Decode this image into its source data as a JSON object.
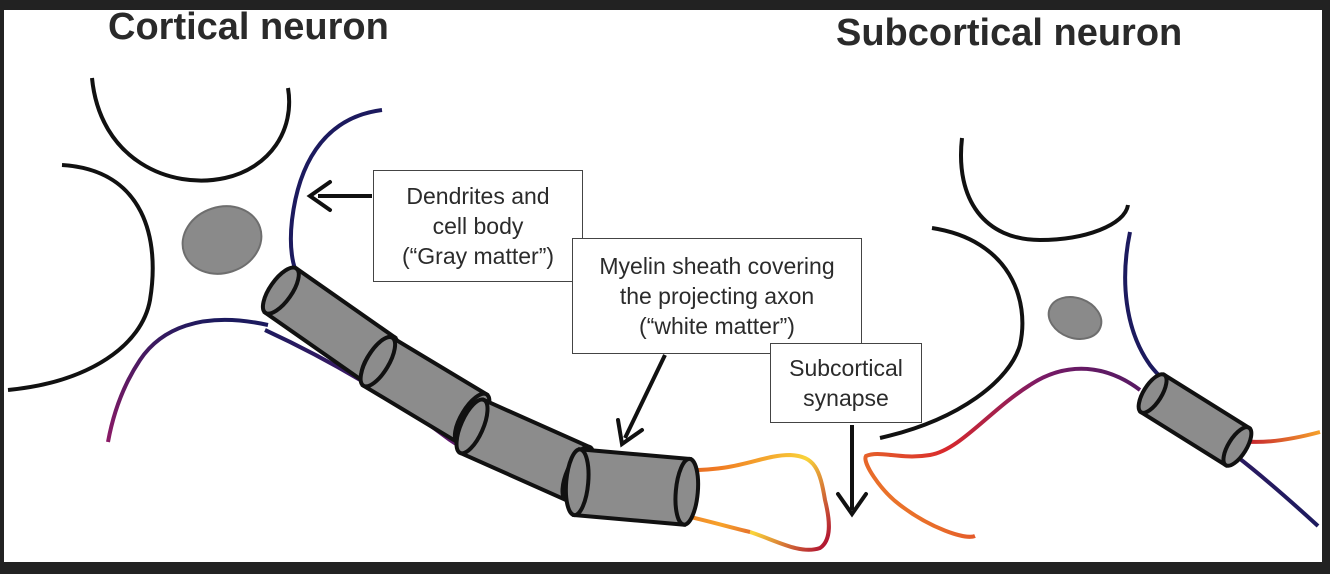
{
  "titles": {
    "left": "Cortical neuron",
    "right": "Subcortical neuron"
  },
  "labels": {
    "dendrites": [
      "Dendrites and",
      "cell body",
      "(“Gray matter”)"
    ],
    "myelin": [
      "Myelin sheath covering",
      "the projecting axon",
      "(“white matter”)"
    ],
    "synapse": [
      "Subcortical",
      "synapse"
    ]
  },
  "colors": {
    "background": "#ffffff",
    "frame": "#222222",
    "outline": "#111111",
    "nucleus": "#8a8a8a",
    "myelin": "#8c8c8c",
    "axon_gradient": [
      "#1c1a5e",
      "#5b1a6e",
      "#c2123a",
      "#f5861f",
      "#f9d43a"
    ]
  }
}
